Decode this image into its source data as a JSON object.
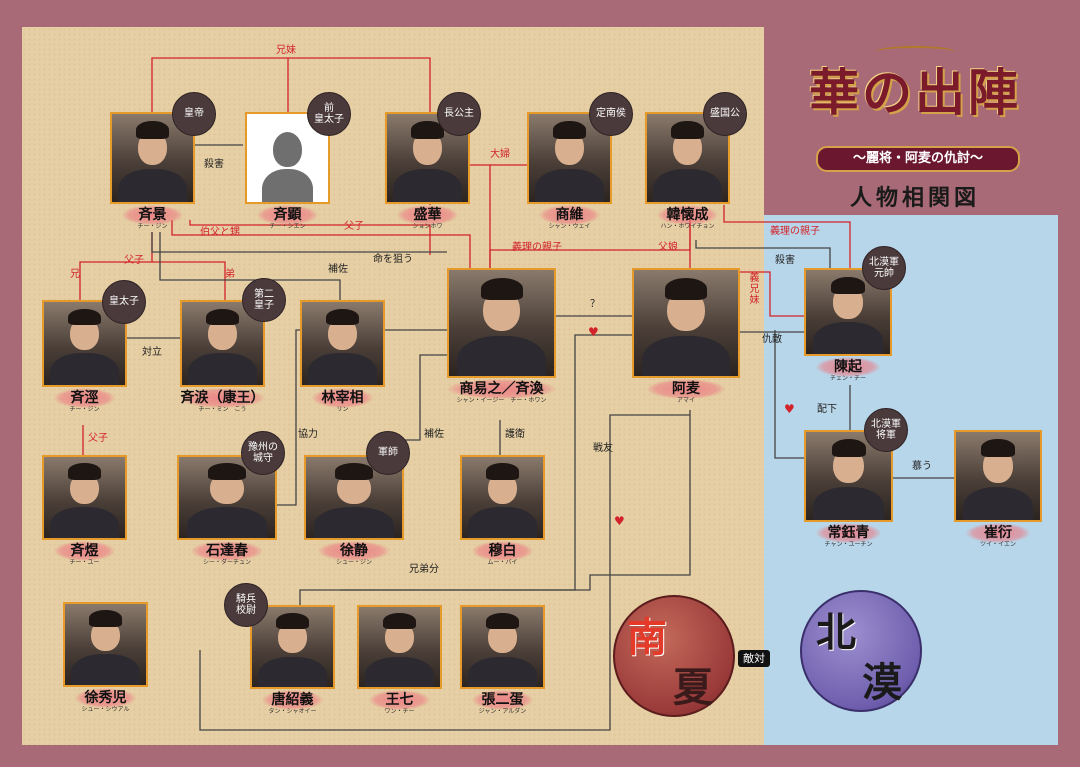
{
  "title": {
    "main": "華の出陣",
    "subtitle": "〜麗将・阿麦の仇討〜",
    "caption": "人物相関図"
  },
  "factions": {
    "south": "南夏",
    "north": "北漠",
    "relation": "敵対"
  },
  "colors": {
    "kin_line": "#d2232a",
    "plain_line": "#444444",
    "photo_frame": "#e59a2a",
    "badge": "#4a3a3c",
    "south_circle": "#9a3a3a",
    "north_circle": "#7b6bb0"
  },
  "characters": {
    "qijing": {
      "name": "斉景",
      "kana": "チー・ジン",
      "role": "皇帝"
    },
    "qixu": {
      "name": "斉顕",
      "kana": "チー・シエン",
      "role": "前\n皇太子"
    },
    "shenghua": {
      "name": "盛華",
      "kana": "ションホワ",
      "role": "長公主"
    },
    "shangwei": {
      "name": "商維",
      "kana": "シャン・ウェイ",
      "role": "定南侯"
    },
    "hanhuaicheng": {
      "name": "韓懐成",
      "kana": "ハン・ホワイチョン",
      "role": "盛国公"
    },
    "qijing2": {
      "name": "斉涇",
      "kana": "チー・ジン",
      "role": "皇太子"
    },
    "qimin": {
      "name": "斉涙（康王）",
      "kana": "チー・ミン　こう",
      "role": "第二\n皇子"
    },
    "linzaixiang": {
      "name": "林宰相",
      "kana": "リン",
      "role": ""
    },
    "shangyizhi": {
      "name": "商易之／斉渙",
      "kana": "シャン・イージー　チー・ホワン",
      "role": ""
    },
    "amai": {
      "name": "阿麦",
      "kana": "アマイ",
      "role": ""
    },
    "chenqi": {
      "name": "陳起",
      "kana": "チェン・チー",
      "role": "北漠軍\n元帥"
    },
    "qiyu": {
      "name": "斉煜",
      "kana": "チー・ユー",
      "role": ""
    },
    "shidachun": {
      "name": "石達春",
      "kana": "シー・ダーチュン",
      "role": "豫州の\n城守"
    },
    "xujing": {
      "name": "徐静",
      "kana": "シュー・ジン",
      "role": "軍師"
    },
    "mubai": {
      "name": "穆白",
      "kana": "ムー・バイ",
      "role": ""
    },
    "changyuqing": {
      "name": "常鈺青",
      "kana": "チャン・ユーチン",
      "role": "北漠軍\n将軍"
    },
    "cuiyan": {
      "name": "崔衍",
      "kana": "ツイ・イエン",
      "role": ""
    },
    "xuxiuer": {
      "name": "徐秀児",
      "kana": "シュー・シウアル",
      "role": ""
    },
    "tangshaoyi": {
      "name": "唐紹義",
      "kana": "タン・シャオイー",
      "role": "騎兵\n校尉"
    },
    "wangqi": {
      "name": "王七",
      "kana": "ワン・チー",
      "role": ""
    },
    "zhangerdan": {
      "name": "張二蛋",
      "kana": "ジャン・アルダン",
      "role": ""
    }
  },
  "relations": {
    "siblings_top": "兄妹",
    "murder": "殺害",
    "couple": "大婦",
    "uncle": "伯父と甥",
    "father_son": "父子",
    "assassin": "命を狙う",
    "adopt": "義理の親子",
    "adopt2": "義理の親子",
    "father_daughter": "父娘",
    "sworn": "義兄妹",
    "question": "？",
    "assist": "補佐",
    "father_son2": "父子",
    "elder": "兄",
    "younger": "弟",
    "rival": "対立",
    "father_son3": "父子",
    "cooperate": "協力",
    "assist2": "補佐",
    "guard": "護衛",
    "comrade": "戦友",
    "enemy": "仇敵",
    "kill2": "殺害",
    "subordinate": "配下",
    "admire": "慕う",
    "brothers": "兄弟分"
  }
}
